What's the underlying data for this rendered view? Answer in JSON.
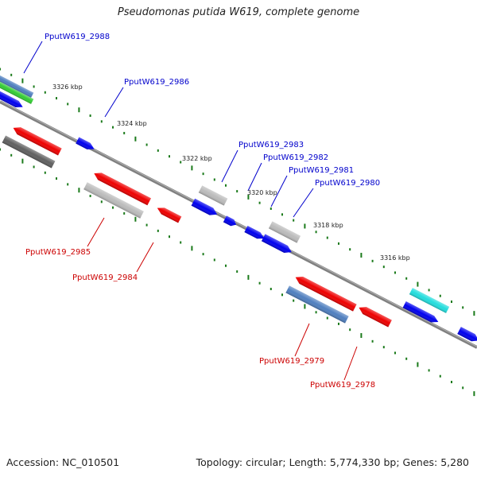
{
  "title": "Pseudomonas putida W619, complete genome",
  "footer": {
    "accession": "Accession: NC_010501",
    "summary": "Topology: circular; Length: 5,774,330 bp; Genes: 5,280"
  },
  "colors": {
    "backbone": "#808080",
    "forward_label": "#0000cc",
    "reverse_label": "#cc0000",
    "tick": "#1a7a1a",
    "blue": "#0000ee",
    "red": "#ee0000",
    "gray": "#bbbbbb",
    "darkgray": "#606060",
    "green": "#33cc33",
    "steel": "#4f7fbf",
    "cyan": "#22dddd"
  },
  "scale_labels": [
    "3326 kbp",
    "3324 kbp",
    "3322 kbp",
    "3320 kbp",
    "3318 kbp",
    "3316 kbp"
  ],
  "gene_labels": {
    "upper": [
      "PputW619_2988",
      "PputW619_2986",
      "PputW619_2983",
      "PputW619_2982",
      "PputW619_2981",
      "PputW619_2980"
    ],
    "lower": [
      "PputW619_2985",
      "PputW619_2984",
      "PputW619_2979",
      "PputW619_2978"
    ]
  }
}
